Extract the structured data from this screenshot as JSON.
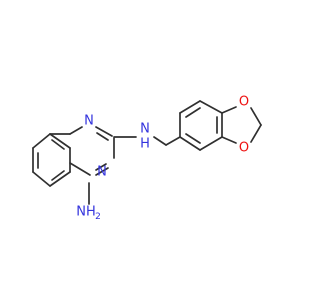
{
  "colors": {
    "background": "#ffffff",
    "carbon_bond": "#303030",
    "nitrogen": "#3333dd",
    "oxygen": "#ee1111"
  },
  "atoms": {
    "n1": "N",
    "n3": "N",
    "nh_linker": "N",
    "nh_linker_h": "H",
    "amine_nh2": "NH",
    "amine_nh2_sub": "2",
    "o1": "O",
    "o2": "O"
  }
}
